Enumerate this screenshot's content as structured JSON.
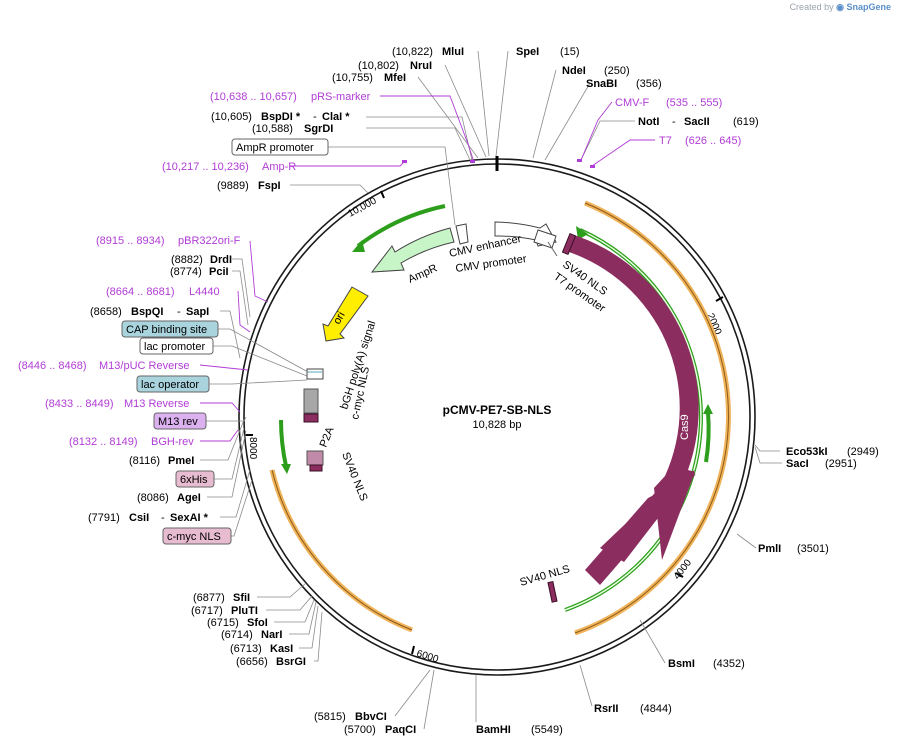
{
  "app": {
    "brand_prefix": "Created by",
    "brand_name": "SnapGene"
  },
  "plasmid": {
    "name": "pCMV-PE7-SB-NLS",
    "size_label": "10,828 bp",
    "length": 10828
  },
  "colors": {
    "backbone": "#1a1a1a",
    "cas9": "#8b2d5e",
    "green": "#2c9e1b",
    "orange": "#f0b35a",
    "ori": "#ffee00",
    "ampr": "#c8f5c8",
    "primer": "#b13cd6",
    "blue_box": "#a9d3dd",
    "pink_box": "#e8bcd0",
    "purple_box": "#dcb1f0"
  },
  "ticks": [
    "2000",
    "4000",
    "6000",
    "8000",
    "10,000"
  ],
  "sites": [
    {
      "pos": "(10,822)",
      "name": "MluI"
    },
    {
      "pos": "(10,802)",
      "name": "NruI"
    },
    {
      "pos": "(10,755)",
      "name": "MfeI"
    },
    {
      "pos": "(10,605)",
      "name": "BspDI *",
      "name2": "ClaI *"
    },
    {
      "pos": "(10,588)",
      "name": "SgrDI"
    },
    {
      "pos": "(9889)",
      "name": "FspI"
    },
    {
      "pos": "(8882)",
      "name": "DrdI"
    },
    {
      "pos": "(8774)",
      "name": "PciI"
    },
    {
      "pos": "(8658)",
      "name": "BspQI",
      "name2": "SapI"
    },
    {
      "pos": "(8116)",
      "name": "PmeI"
    },
    {
      "pos": "(8086)",
      "name": "AgeI"
    },
    {
      "pos": "(7791)",
      "name": "CsiI",
      "name2": "SexAI *"
    },
    {
      "pos": "(15)",
      "name": "SpeI"
    },
    {
      "pos": "(250)",
      "name": "NdeI"
    },
    {
      "pos": "(356)",
      "name": "SnaBI"
    },
    {
      "pos": "(619)",
      "name": "NotI",
      "name2": "SacII"
    },
    {
      "pos": "(2949)",
      "name": "Eco53kI"
    },
    {
      "pos": "(2951)",
      "name": "SacI"
    },
    {
      "pos": "(3501)",
      "name": "PmlI"
    },
    {
      "pos": "(4352)",
      "name": "BsmI"
    },
    {
      "pos": "(4844)",
      "name": "RsrII"
    },
    {
      "pos": "(5549)",
      "name": "BamHI"
    },
    {
      "pos": "(5815)",
      "name": "BbvCI"
    },
    {
      "pos": "(5700)",
      "name": "PaqCI"
    },
    {
      "pos": "(6877)",
      "name": "SfiI"
    },
    {
      "pos": "(6717)",
      "name": "PluTI"
    },
    {
      "pos": "(6715)",
      "name": "SfoI"
    },
    {
      "pos": "(6714)",
      "name": "NarI"
    },
    {
      "pos": "(6713)",
      "name": "KasI"
    },
    {
      "pos": "(6656)",
      "name": "BsrGI"
    }
  ],
  "primers": [
    {
      "range": "(10,638 .. 10,657)",
      "name": "pRS-marker"
    },
    {
      "range": "(10,217 .. 10,236)",
      "name": "Amp-R"
    },
    {
      "range": "(8915 .. 8934)",
      "name": "pBR322ori-F"
    },
    {
      "range": "(8664 .. 8681)",
      "name": "L4440"
    },
    {
      "range": "(8446 .. 8468)",
      "name": "M13/pUC Reverse"
    },
    {
      "range": "(8433 .. 8449)",
      "name": "M13 Reverse"
    },
    {
      "range": "(8132 .. 8149)",
      "name": "BGH-rev"
    },
    {
      "range": "(535 .. 555)",
      "name": "CMV-F"
    },
    {
      "range": "(626 .. 645)",
      "name": "T7"
    }
  ],
  "boxes": [
    "AmpR promoter",
    "CAP binding site",
    "lac promoter",
    "lac operator",
    "M13 rev",
    "6xHis",
    "c-myc NLS"
  ],
  "features": {
    "cas9": "Cas9",
    "sv40_nls_a": "SV40 NLS",
    "t7_promoter": "T7 promoter",
    "cmv_enhancer": "CMV enhancer",
    "cmv_promoter": "CMV promoter",
    "ampr": "AmpR",
    "ori": "ori",
    "bgh": "bGH poly(A) signal",
    "cmyc": "c-myc NLS",
    "p2a": "P2A",
    "sv40_nls_b": "SV40 NLS",
    "sv40_nls_c": "SV40 NLS"
  }
}
